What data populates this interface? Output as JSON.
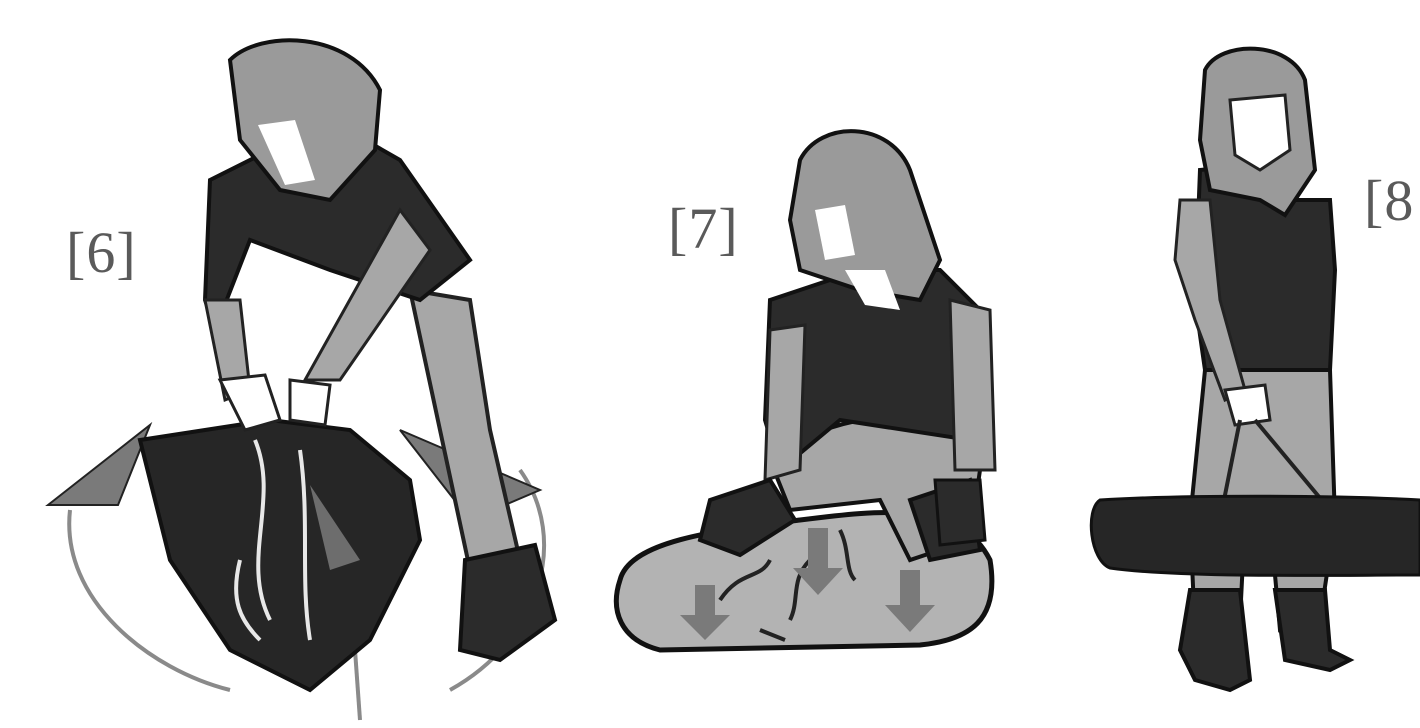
{
  "steps": [
    {
      "label": "[6]"
    },
    {
      "label": "[7]"
    },
    {
      "label": "[8"
    }
  ],
  "colors": {
    "background": "#ffffff",
    "outline": "#222222",
    "hair": "#9a9a9a",
    "shirt": "#2b2b2b",
    "pants": "#a7a7a7",
    "skin": "#ffffff",
    "bag_dark": "#262626",
    "bag_light": "#b3b3b3",
    "arrow": "#7a7a7a",
    "label_text": "#5a5a5a"
  },
  "icons": [
    "rotate-arrow-icon",
    "press-down-arrow-icon"
  ]
}
